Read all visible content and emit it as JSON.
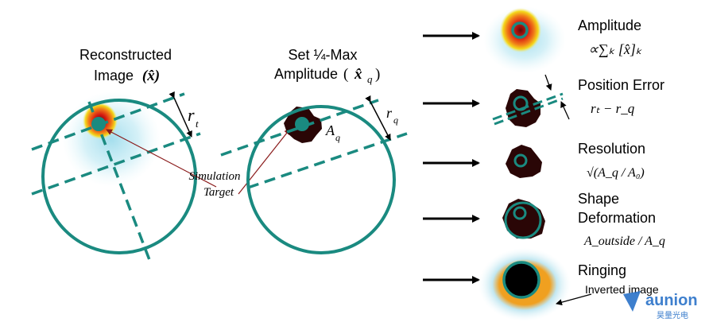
{
  "panel_left": {
    "title_line1": "Reconstructed",
    "title_line2": "Image",
    "symbol": "(x̂)",
    "radius_label": "r",
    "radius_sub": "t",
    "target_line1": "Simulation",
    "target_line2": "Target"
  },
  "panel_middle": {
    "title_line1": "Set ¼-Max",
    "title_line2": "Amplitude",
    "symbol_open": "(",
    "symbol_main": "x̂",
    "symbol_sub": "q",
    "symbol_close": ")",
    "area_label": "A",
    "area_sub": "q",
    "radius_label": "r",
    "radius_sub": "q"
  },
  "metrics": [
    {
      "name": "Amplitude",
      "formula": "∝∑ₖ [x̂]ₖ"
    },
    {
      "name": "Position Error",
      "formula": "rₜ − r_q"
    },
    {
      "name": "Resolution",
      "formula": "√(A_q / A₀)"
    },
    {
      "name": "Shape Deformation",
      "name_line1": "Shape",
      "name_line2": "Deformation",
      "formula": "A_outside / A_q"
    },
    {
      "name": "Ringing",
      "formula": "",
      "note": "Inverted image"
    }
  ],
  "watermark": {
    "brand": "aunion",
    "chinese": "昊量光电"
  },
  "colors": {
    "teal": "#1a8a80",
    "arrow": "#000000",
    "leader": "#8a1a1a",
    "dark_blob": "#2a0606",
    "hot_red": "#d81a10",
    "hot_yellow": "#f2d21a",
    "halo": "#c9ebf3",
    "watermark": "#2a72c8"
  }
}
